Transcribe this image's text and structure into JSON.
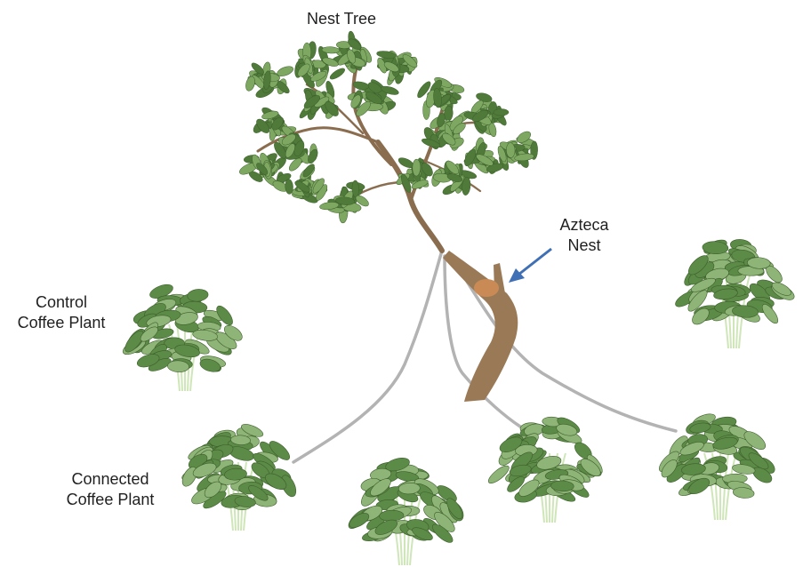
{
  "diagram": {
    "title": "Nest Tree",
    "labels": {
      "azteca_nest": [
        "Azteca",
        "Nest"
      ],
      "control_plant": [
        "Control",
        "Coffee Plant"
      ],
      "connected_plant": [
        "Connected",
        "Coffee Plant"
      ]
    }
  },
  "colors": {
    "leaf_dark": "#4f7a3a",
    "leaf_light": "#7ea862",
    "branch": "#8a6d4f",
    "trunk": "#9a7a56",
    "nest": "#c98a55",
    "vine": "#b3b3b3",
    "arrow": "#3f6fb5",
    "stem": "#cfe6b8"
  }
}
